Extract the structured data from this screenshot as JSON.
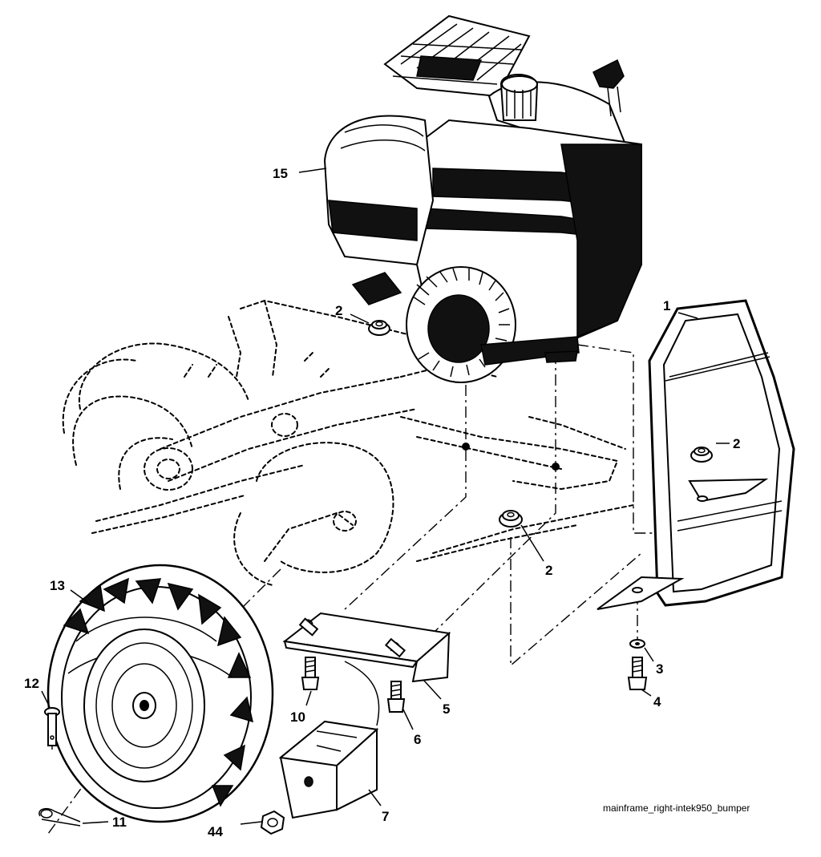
{
  "callouts": {
    "c1": "1",
    "c2a": "2",
    "c2b": "2",
    "c2c": "2",
    "c3": "3",
    "c4": "4",
    "c5": "5",
    "c6": "6",
    "c7": "7",
    "c10": "10",
    "c11": "11",
    "c12": "12",
    "c13": "13",
    "c15": "15",
    "c44": "44"
  },
  "caption": "mainframe_right-intek950_bumper",
  "colors": {
    "ink": "#000000",
    "paper": "#ffffff"
  }
}
